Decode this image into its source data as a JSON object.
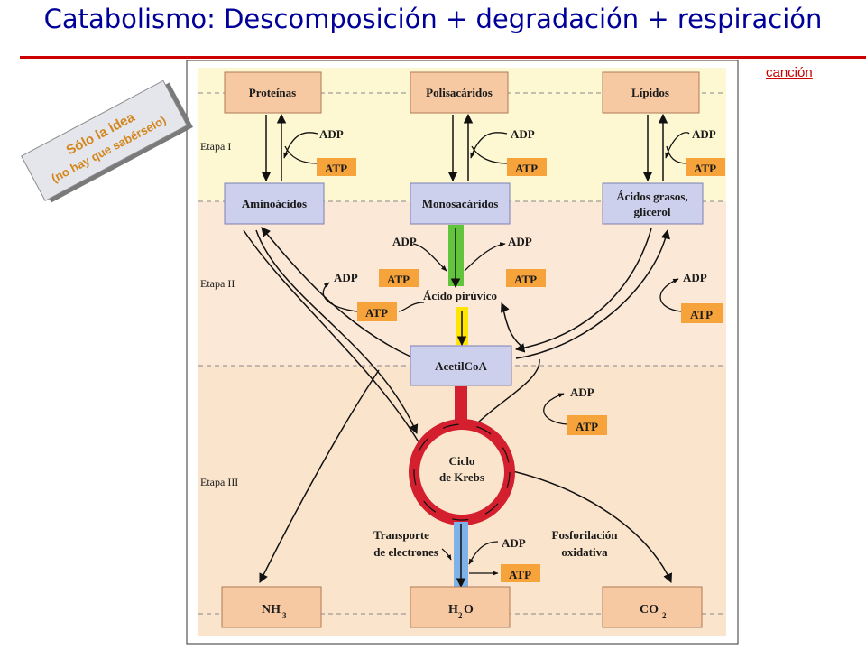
{
  "title": "Catabolismo: Descomposición + degradación + respiración",
  "link_text": "canción",
  "stamp": {
    "line1": "Sólo la idea",
    "line2": "(no hay que sabérselo)"
  },
  "stages": {
    "i": "Etapa I",
    "ii": "Etapa II",
    "iii": "Etapa III"
  },
  "boxes": {
    "proteinas": "Proteínas",
    "polisacaridos": "Polisacáridos",
    "lipidos": "Lípidos",
    "aminoacidos": "Aminoácidos",
    "monosacaridos": "Monosacáridos",
    "acidos_grasos_1": "Ácidos grasos,",
    "acidos_grasos_2": "glicerol",
    "acetilcoa": "AcetilCoA",
    "nh3": "NH",
    "h2o_h": "H",
    "h2o_o": "O",
    "co2": "CO",
    "sub3": "3",
    "sub2": "2"
  },
  "labels": {
    "acido_piruvico": "Ácido pirúvico",
    "ciclo_1": "Ciclo",
    "ciclo_2": "de Krebs",
    "transporte_1": "Transporte",
    "transporte_2": "de electrones",
    "fosforilacion_1": "Fosforilación",
    "fosforilacion_2": "oxidativa",
    "adp": "ADP",
    "atp": "ATP"
  },
  "colors": {
    "title": "#000099",
    "accent_red": "#cc0000",
    "krebs": "#d41f2e",
    "atp": "#f5a33a",
    "stage1_bg": "#fdf8d2",
    "stage2_bg": "#fbe8d6",
    "stage3_bg": "#fbe4cc"
  }
}
